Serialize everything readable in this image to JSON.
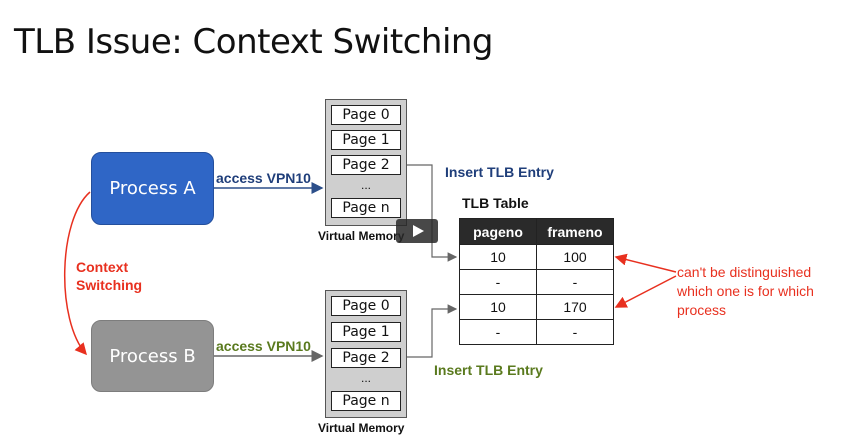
{
  "title": "TLB Issue: Context Switching",
  "process_a": "Process A",
  "process_b": "Process B",
  "context_switching": [
    "Context",
    "Switching"
  ],
  "access_a": "access VPN10",
  "access_b": "access VPN10",
  "virtual_memory_a": {
    "pages": [
      "Page 0",
      "Page 1",
      "Page 2",
      "...",
      "Page n"
    ],
    "label": "Virtual Memory"
  },
  "virtual_memory_b": {
    "pages": [
      "Page 0",
      "Page 1",
      "Page 2",
      "...",
      "Page n"
    ],
    "label": "Virtual Memory"
  },
  "insert_a": "Insert TLB Entry",
  "insert_b": "Insert TLB Entry",
  "tlb": {
    "title": "TLB Table",
    "columns": [
      "pageno",
      "frameno"
    ],
    "rows": [
      [
        "10",
        "100"
      ],
      [
        "-",
        "-"
      ],
      [
        "10",
        "170"
      ],
      [
        "-",
        "-"
      ]
    ]
  },
  "note": [
    "can't be distinguished",
    "which one is for which",
    "process"
  ],
  "colors": {
    "process_a": "#2f66c6",
    "process_b": "#949494",
    "access_a": "#1f3e7a",
    "access_b": "#5a7a1e",
    "annotation": "#e8301f"
  }
}
